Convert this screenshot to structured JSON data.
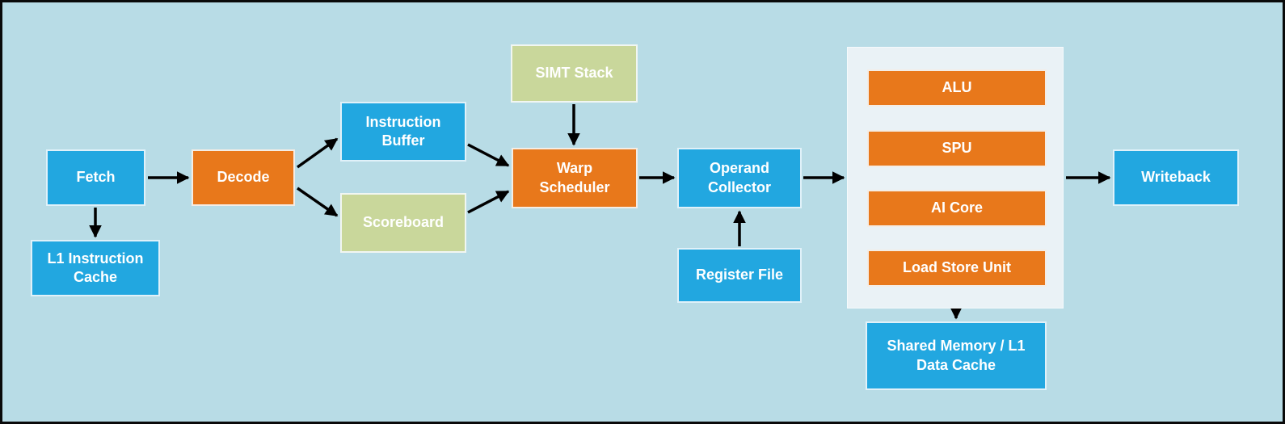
{
  "diagram": {
    "nodes": {
      "fetch": "Fetch",
      "l1_instruction_cache": "L1 Instruction Cache",
      "decode": "Decode",
      "instruction_buffer": "Instruction Buffer",
      "scoreboard": "Scoreboard",
      "simt_stack": "SIMT Stack",
      "warp_scheduler": "Warp Scheduler",
      "operand_collector": "Operand Collector",
      "register_file": "Register File",
      "alu": "ALU",
      "spu": "SPU",
      "ai_core": "AI Core",
      "load_store_unit": "Load Store Unit",
      "shared_memory_l1_data_cache": "Shared Memory / L1 Data Cache",
      "writeback": "Writeback"
    },
    "colors": {
      "background": "#b8dce6",
      "blue_node": "#22a7e0",
      "orange_node": "#e8781b",
      "green_node": "#c9d79b",
      "exec_container": "#eaf2f6",
      "arrow": "#000000",
      "node_text": "#ffffff",
      "frame_border": "#0a0a0a"
    }
  }
}
